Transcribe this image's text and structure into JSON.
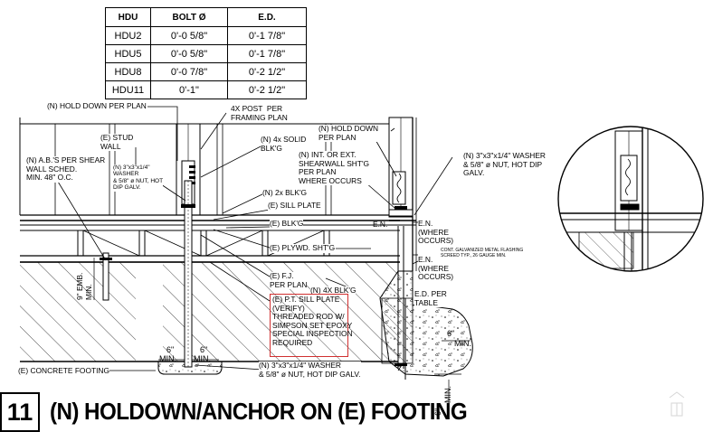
{
  "table": {
    "headers": [
      "HDU",
      "BOLT Ø",
      "E.D."
    ],
    "rows": [
      [
        "HDU2",
        "0'-0 5/8\"",
        "0'-1 7/8\""
      ],
      [
        "HDU5",
        "0'-0 5/8\"",
        "0'-1 7/8\""
      ],
      [
        "HDU8",
        "0'-0 7/8\"",
        "0'-2 1/2\""
      ],
      [
        "HDU11",
        "0'-1\"",
        "0'-2 1/2\""
      ]
    ]
  },
  "labels": {
    "hold_down_per_plan": "(N) HOLD DOWN PER PLAN",
    "post": "4X POST  PER\nFRAMING PLAN",
    "stud_wall": "(E) STUD\nWALL",
    "ab_per_shear": "(N) A.B.'S PER SHEAR\nWALL SCHED.\nMIN. 48\" O.C.",
    "washer_small": "(N) 3\"x3\"x1/4\"\nWASHER\n& 5/8\" ø NUT, HOT\nDIP GALV.",
    "solid_blkg": "(N) 4x SOLID\nBLK'G",
    "int_ext_shearwall": "(N) INT. OR EXT.\nSHEARWALL SHT'G\nPER PLAN\nWHERE OCCURS",
    "hold_down_right": "(N) HOLD DOWN\nPER PLAN",
    "blkg_2x": "(N) 2x BLK'G",
    "sill_plate": "(E) SILL PLATE",
    "blkg_e": "(E) BLK'G",
    "plywd": "(E) PLYWD. SHT'G",
    "fj": "(E) F.J.\nPER PLAN",
    "blkg_4x": "(N) 4X BLK'G",
    "pt_sill": "(E) P.T. SILL PLATE\n(VERIFY)\nTHREADED ROD W/\nSIMPSON SET EPOXY\nSPECIAL INSPECTION\nREQUIRED",
    "washer_bottom": "(N) 3\"x3\"x1/4\" WASHER\n& 5/8\" ø NUT, HOT DIP GALV.",
    "concrete_footing": "(E) CONCRETE FOOTING",
    "washer_right": "(N) 3\"x3\"x1/4\" WASHER\n& 5/8\" ø NUT, HOT DIP\nGALV.",
    "en_1": "E.N.",
    "en_2": "E.N.\n(WHERE\nOCCURS)",
    "en_3": "E.N.\n(WHERE\nOCCURS)",
    "flashing": "CONT. GALVANIZED METAL FLASHING\nSCREED TYP., 26 GAUGE MIN.",
    "ed_table": "E.D. PER\nTABLE",
    "emb_min": "9\" EMB.\nMIN.",
    "dim_6_a": "6\"",
    "dim_min_a": "MIN.",
    "dim_6_b": "6\"",
    "dim_min_b": "MIN.",
    "dim_6_c": "6\"",
    "dim_min_c": "MIN.",
    "dim_6_d": "6\"",
    "dim_min_d": "MIN."
  },
  "title": {
    "number": "11",
    "text": "(N) HOLDOWN/ANCHOR ON (E) FOOTING"
  },
  "colors": {
    "line": "#000000",
    "callout_box": "#d13030"
  }
}
